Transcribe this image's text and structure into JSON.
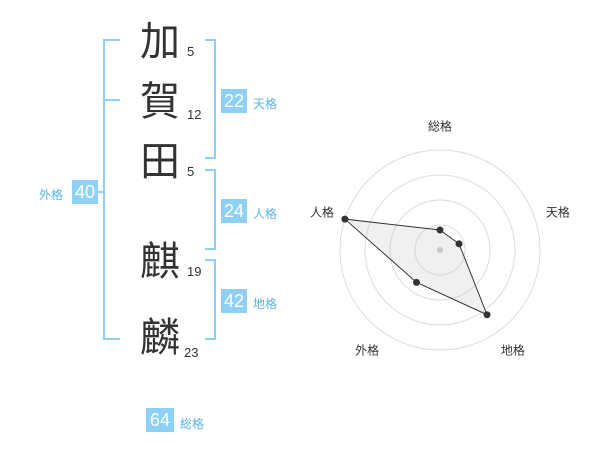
{
  "name": {
    "chars": [
      {
        "char": "加",
        "strokes": "5"
      },
      {
        "char": "賀",
        "strokes": "12"
      },
      {
        "char": "田",
        "strokes": "5"
      },
      {
        "char": "麒",
        "strokes": "19"
      },
      {
        "char": "麟",
        "strokes": "23"
      }
    ]
  },
  "fortune": {
    "tenkaku": {
      "value": "22",
      "label": "天格"
    },
    "jinkaku": {
      "value": "24",
      "label": "人格"
    },
    "chikaku": {
      "value": "42",
      "label": "地格"
    },
    "gaikaku": {
      "value": "40",
      "label": "外格"
    },
    "soukaku": {
      "value": "64",
      "label": "総格"
    }
  },
  "colors": {
    "accent": "#8fd0f6",
    "label": "#55b5e8",
    "bracket": "#8fd0f6"
  },
  "chart_data": {
    "type": "radar",
    "axes": [
      "総格",
      "天格",
      "地格",
      "外格",
      "人格"
    ],
    "values": [
      1,
      1,
      4,
      2,
      5
    ],
    "rlim": [
      0,
      5
    ],
    "rings": 4
  }
}
